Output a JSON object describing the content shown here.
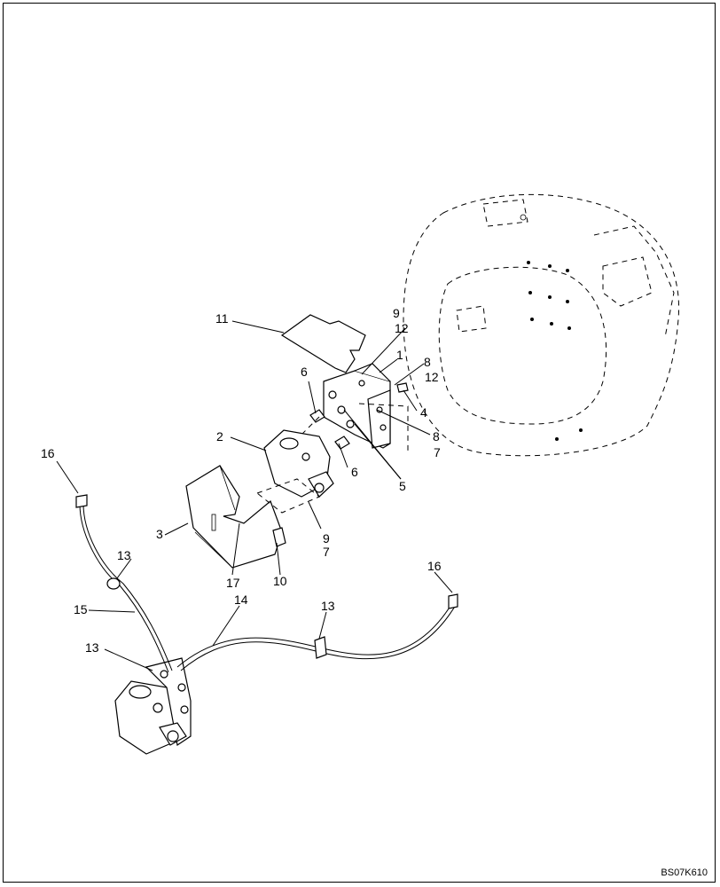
{
  "diagram": {
    "labels": {
      "l1": "1",
      "l2": "2",
      "l3": "3",
      "l4": "4",
      "l5": "5",
      "l6a": "6",
      "l6b": "6",
      "l7a": "7",
      "l7b": "7",
      "l8a": "8",
      "l8b": "8",
      "l9a": "9",
      "l9b": "9",
      "l10": "10",
      "l11": "11",
      "l12a": "12",
      "l12b": "12",
      "l13a": "13",
      "l13b": "13",
      "l13c": "13",
      "l14": "14",
      "l15": "15",
      "l16a": "16",
      "l16b": "16",
      "l17": "17"
    },
    "drawing_code": "BS07K610"
  }
}
